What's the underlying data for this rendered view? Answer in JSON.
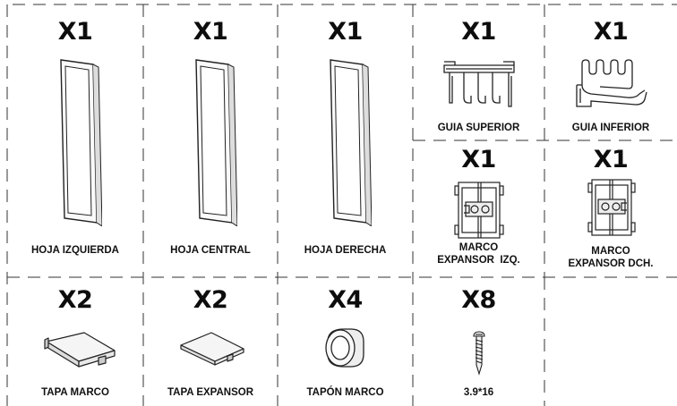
{
  "items": [
    {
      "id": "hoja-izquierda",
      "qty": "X1",
      "label": "HOJA IZQUIERDA"
    },
    {
      "id": "hoja-central",
      "qty": "X1",
      "label": "HOJA CENTRAL"
    },
    {
      "id": "hoja-derecha",
      "qty": "X1",
      "label": "HOJA DERECHA"
    },
    {
      "id": "guia-superior",
      "qty": "X1",
      "label": "GUIA SUPERIOR"
    },
    {
      "id": "guia-inferior",
      "qty": "X1",
      "label": "GUIA INFERIOR"
    },
    {
      "id": "marco-expansor-izq",
      "qty": "X1",
      "label_line1": "MARCO",
      "label_line2": "EXPANSOR  IZQ."
    },
    {
      "id": "marco-expansor-dch",
      "qty": "X1",
      "label_line1": "MARCO",
      "label_line2": "EXPANSOR DCH."
    },
    {
      "id": "tapa-marco",
      "qty": "X2",
      "label": "TAPA MARCO"
    },
    {
      "id": "tapa-expansor",
      "qty": "X2",
      "label": "TAPA EXPANSOR"
    },
    {
      "id": "tapon-marco",
      "qty": "X4",
      "label": "TAPÓN MARCO"
    },
    {
      "id": "tornillo",
      "qty": "X8",
      "label": "3.9*16"
    }
  ],
  "colors": {
    "line": "#222222",
    "fill_light": "#f2f2f2"
  }
}
